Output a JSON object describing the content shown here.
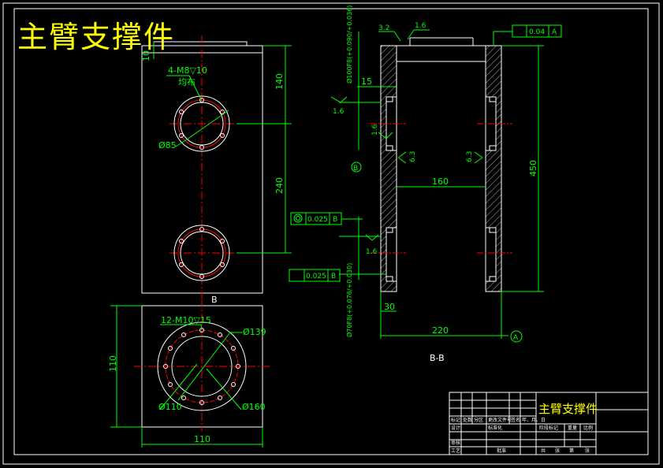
{
  "title": "主臂支撑件",
  "colors": {
    "background": "#000000",
    "outline": "#ffffff",
    "dimension": "#00ff00",
    "centerline": "#ff0000",
    "title": "#ffff00"
  },
  "front_view": {
    "dim_top": "10",
    "dim_upper": "140",
    "dim_mid": "240",
    "hole_callout_line1": "4-M8▽10",
    "hole_callout_line2": "均布",
    "hole_dia": "Ø85",
    "section_marker": "B"
  },
  "bottom_view": {
    "hole_callout": "12-M10▽15",
    "dia_139": "Ø139",
    "dia_110": "Ø110",
    "dia_160": "Ø160",
    "width": "110",
    "height": "110"
  },
  "section_view": {
    "label": "B-B",
    "roughness_32": "3.2",
    "roughness_16a": "1.6",
    "roughness_16b": "1.6",
    "roughness_16c": "1.6",
    "roughness_16d": "1.6",
    "roughness_63a": "6.3",
    "roughness_63b": "6.3",
    "tol_top": "0.04",
    "tol_top_ref": "A",
    "tol_mid": "0.025",
    "tol_mid_ref": "B",
    "tol_low": "0.025",
    "tol_low_ref": "B",
    "fit_upper": "Ø100F8(+0.090/+0.036)",
    "fit_lower": "Ø70F8(+0.076/+0.030)",
    "dim_15": "15",
    "dim_160": "160",
    "dim_450": "450",
    "dim_30": "30",
    "dim_220": "220",
    "datum_a": "A",
    "datum_b": "B"
  },
  "title_block": {
    "part_name": "主臂支撑件",
    "cells": [
      "标记",
      "处数",
      "分区",
      "更改文件号",
      "签名",
      "年、月、日",
      "设计",
      "标准化",
      "阶段标记",
      "重量",
      "比例",
      "审核",
      "工艺",
      "批准",
      "共",
      "张",
      "第",
      "张"
    ]
  }
}
